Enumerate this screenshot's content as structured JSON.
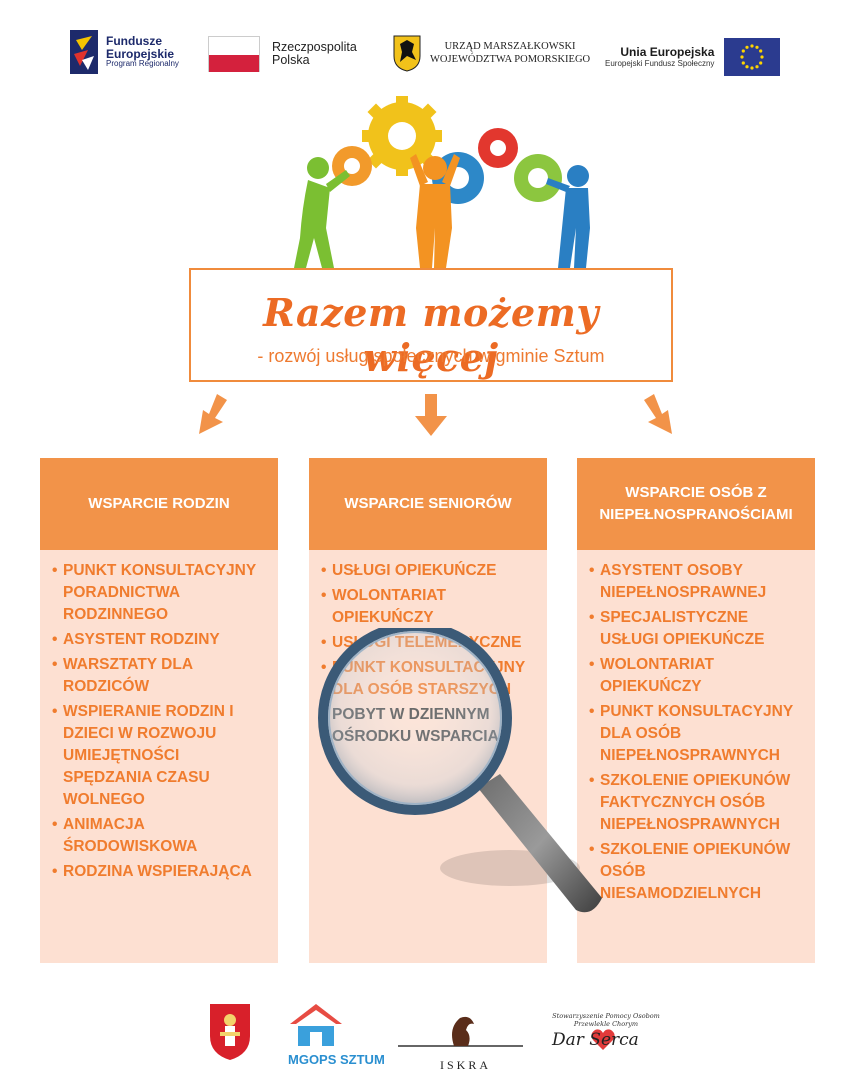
{
  "logos_top": {
    "fundusze": {
      "line1": "Fundusze",
      "line2": "Europejskie",
      "line3": "Program Regionalny"
    },
    "rzeczpospolita": {
      "line1": "Rzeczpospolita",
      "line2": "Polska"
    },
    "urzad": {
      "line1": "URZĄD MARSZAŁKOWSKI",
      "line2": "WOJEWÓDZTWA POMORSKIEGO"
    },
    "unia": {
      "line1": "Unia Europejska",
      "line2": "Europejski Fundusz Społeczny"
    }
  },
  "title": {
    "main": "Razem możemy więcej",
    "subtitle": "- rozwój usług społecznych w gminie Sztum"
  },
  "columns": [
    {
      "heading": "WSPARCIE RODZIN",
      "items": [
        "PUNKT KONSULTACYJNY PORADNICTWA RODZINNEGO",
        "ASYSTENT RODZINY",
        "WARSZTATY DLA RODZICÓW",
        "WSPIERANIE RODZIN I DZIECI W ROZWOJU UMIEJĘTNOŚCI SPĘDZANIA CZASU WOLNEGO",
        "ANIMACJA ŚRODOWISKOWA",
        "RODZINA WSPIERAJĄCA"
      ]
    },
    {
      "heading": "WSPARCIE SENIORÓW",
      "items": [
        "USŁUGI OPIEKUŃCZE",
        "WOLONTARIAT OPIEKUŃCZY",
        "USŁUGI TELEMEDYCZNE",
        "PUNKT KONSULTACYJNY DLA OSÓB STARSZYCH",
        "POBYT W DZIENNYM OŚRODKU WSPARCIA"
      ]
    },
    {
      "heading": "WSPARCIE OSÓB Z NIEPEŁNOSPRANOŚCIAMI",
      "items": [
        "ASYSTENT OSOBY NIEPEŁNOSPRAWNEJ",
        "SPECJALISTYCZNE USŁUGI OPIEKUŃCZE",
        "WOLONTARIAT OPIEKUŃCZY",
        "PUNKT KONSULTACYJNY DLA OSÓB NIEPEŁNOSPRAWNYCH",
        "SZKOLENIE OPIEKUNÓW FAKTYCZNYCH OSÓB NIEPEŁNOSPRAWNYCH",
        "SZKOLENIE OPIEKUNÓW OSÓB NIESAMODZIELNYCH"
      ]
    }
  ],
  "logos_bottom": {
    "mgops": "MGOPS SZTUM",
    "iskra": "ISKRA",
    "dar_serca_top": "Stowarzyszenie Pomocy Osobom Przewlekle Chorym",
    "dar_serca_main": "Dar Serca"
  },
  "colors": {
    "orange": "#f29349",
    "orange_text": "#f07c2e",
    "title_orange": "#ec6b24",
    "panel_bg": "#fde0d2"
  },
  "icons": [
    "fe-star-logo",
    "polish-flag",
    "pomorskie-griffin-crest",
    "eu-flag",
    "gears-teamwork-illustration",
    "arrow-down",
    "magnifying-glass",
    "sztum-coat-of-arms",
    "mgops-house-logo",
    "iskra-horse-logo",
    "heart-logo"
  ]
}
